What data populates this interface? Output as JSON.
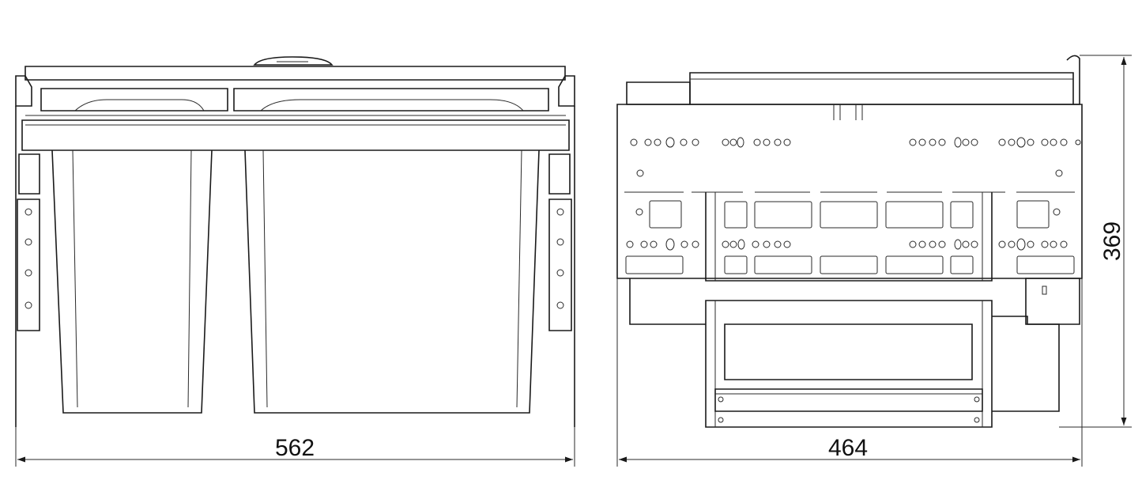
{
  "dimensions": {
    "width_front": "562",
    "depth_side": "464",
    "height": "369"
  },
  "colors": {
    "line": "#1a1a1a",
    "background": "#ffffff"
  }
}
